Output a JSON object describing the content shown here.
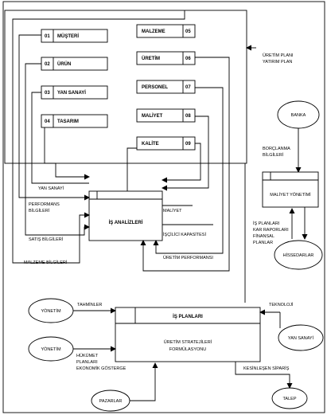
{
  "stores": [
    {
      "num": "01",
      "label": "MÜŞTERİ"
    },
    {
      "num": "02",
      "label": "ÜRÜN"
    },
    {
      "num": "03",
      "label": "YAN SANAYİ"
    },
    {
      "num": "04",
      "label": "TASARIM"
    },
    {
      "num": "05",
      "label": "MALZEME"
    },
    {
      "num": "06",
      "label": "ÜRETİM"
    },
    {
      "num": "07",
      "label": "PERSONEL"
    },
    {
      "num": "08",
      "label": "MALİYET"
    },
    {
      "num": "09",
      "label": "KALİTE"
    }
  ],
  "processes": {
    "analysis": "İŞ ANALİZLERİ",
    "cost_mgmt": "MALİYET YÖNETİMİ",
    "business_plans": "İŞ PLANLARI",
    "strategy_line1": "ÜRETİM STRATEJİLERİ",
    "strategy_line2": "FORMÜLASYONU"
  },
  "entities": {
    "bank": "BANKA",
    "shareholders": "HİSSEDARLAR",
    "management_1": "YÖNETİM",
    "management_2": "YÖNETİM",
    "subcontractor": "YAN SANAYİ",
    "markets": "PAZARLAR",
    "demand": "TALEP"
  },
  "flows": {
    "production_plan_1": "ÜRETİM PLANI",
    "production_plan_2": "YATIRIM PLAN",
    "debt_info_1": "BORÇLANMA",
    "debt_info_2": "BİLGİLERİ",
    "subcontract": "YAN SANAYİ",
    "performance_1": "PERFORMANS",
    "performance_2": "BİLGİLERİ",
    "sales_info": "SATIŞ BİLGİLERİ",
    "material_info": "MALZEME BİLGİLERİ",
    "cost": "MALİYET",
    "labor_capacity": "İŞÇİLİCİ KAPASİTESİ",
    "prod_performance": "ÜRETİM PERFORMANSI",
    "bplan_1": "İŞ PLANLARI",
    "bplan_2": "KAR RAPORLARI",
    "bplan_3": "FİNANSAL",
    "bplan_4": "PLANLAR",
    "forecasts": "TAHMİNLER",
    "technology": "TEKNOLOJİ",
    "gov_1": "HÜKÜMET",
    "gov_2": "PLANLARI",
    "gov_3": "EKONOMİK GÖSTERGE",
    "firm_orders": "KESİNLEŞEN SİPARİŞ"
  }
}
